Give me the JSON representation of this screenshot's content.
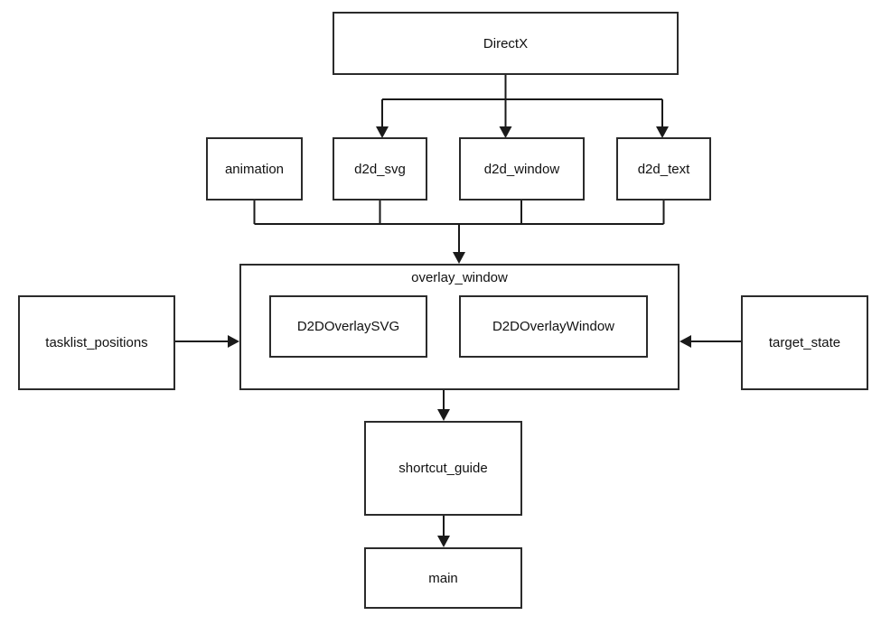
{
  "diagram": {
    "type": "dependency-graph",
    "colors": {
      "background": "#ffffff",
      "line": "#1a1a1a",
      "box_border": "#2b2b2b",
      "text": "#111111"
    },
    "nodes": {
      "directx": {
        "label": "DirectX"
      },
      "animation": {
        "label": "animation"
      },
      "d2d_svg": {
        "label": "d2d_svg"
      },
      "d2d_window": {
        "label": "d2d_window"
      },
      "d2d_text": {
        "label": "d2d_text"
      },
      "overlay_window": {
        "label": "overlay_window"
      },
      "d2doverlaysvg": {
        "label": "D2DOverlaySVG"
      },
      "d2doverlaywindow": {
        "label": "D2DOverlayWindow"
      },
      "tasklist_positions": {
        "label": "tasklist_positions"
      },
      "target_state": {
        "label": "target_state"
      },
      "shortcut_guide": {
        "label": "shortcut_guide"
      },
      "main": {
        "label": "main"
      }
    },
    "groups": [
      {
        "parent": "overlay_window",
        "children": [
          "D2DOverlaySVG",
          "D2DOverlayWindow"
        ]
      }
    ],
    "edges": [
      {
        "from": "DirectX",
        "to": "d2d_svg"
      },
      {
        "from": "DirectX",
        "to": "d2d_window"
      },
      {
        "from": "DirectX",
        "to": "d2d_text"
      },
      {
        "from": "animation",
        "to": "overlay_window"
      },
      {
        "from": "d2d_svg",
        "to": "overlay_window"
      },
      {
        "from": "d2d_window",
        "to": "overlay_window"
      },
      {
        "from": "d2d_text",
        "to": "overlay_window"
      },
      {
        "from": "tasklist_positions",
        "to": "overlay_window"
      },
      {
        "from": "target_state",
        "to": "overlay_window"
      },
      {
        "from": "overlay_window",
        "to": "shortcut_guide"
      },
      {
        "from": "shortcut_guide",
        "to": "main"
      }
    ]
  }
}
